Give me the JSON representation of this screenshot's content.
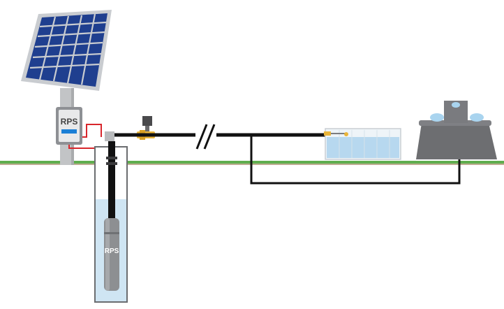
{
  "labels": {
    "controller": "RPS",
    "pump": "RPS"
  },
  "colors": {
    "ground": "#5fae4e",
    "panel_frame": "#c9ccd0",
    "panel_cell": "#1f3f8f",
    "post": "#c2c4c6",
    "controller_body": "#8e9094",
    "controller_screen": "#1b7fd6",
    "red_wire": "#d8262c",
    "pipe": "#111111",
    "valve_brass": "#e9b53a",
    "well_water": "#cfe5f3",
    "pump_body": "#8d8f92",
    "trough_water": "#b7d8ef",
    "tank_body": "#6d6e71",
    "tank_dome": "#a9d4ef"
  },
  "components": [
    "solar-panel",
    "controller",
    "wire",
    "valve",
    "pipe",
    "well",
    "pump",
    "water-trough",
    "storage-tank"
  ]
}
